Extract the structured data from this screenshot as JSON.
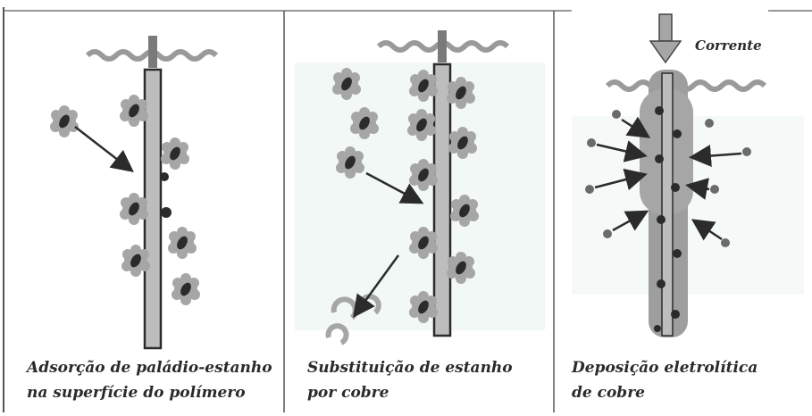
{
  "panels": [
    {
      "id": "adsorption",
      "caption_lines": [
        "Adsorção de paládio-estanho",
        "na superfície do polímero"
      ]
    },
    {
      "id": "substitution",
      "caption_lines": [
        "Substituição de estanho",
        "por cobre"
      ]
    },
    {
      "id": "deposition",
      "caption_lines": [
        "Deposição eletrolítica",
        "de cobre"
      ],
      "current_label": "Corrente"
    }
  ],
  "colors": {
    "particle_halo": "#a6a6a6",
    "particle_core": "#2b2b2b",
    "rod_fill": "#bdbdbd",
    "rod_outline": "#2b2b2b",
    "polymer_wave": "#9a9a9a",
    "background_tint": "#e9f3ef",
    "border": "#555555",
    "text": "#2a2a2a"
  }
}
